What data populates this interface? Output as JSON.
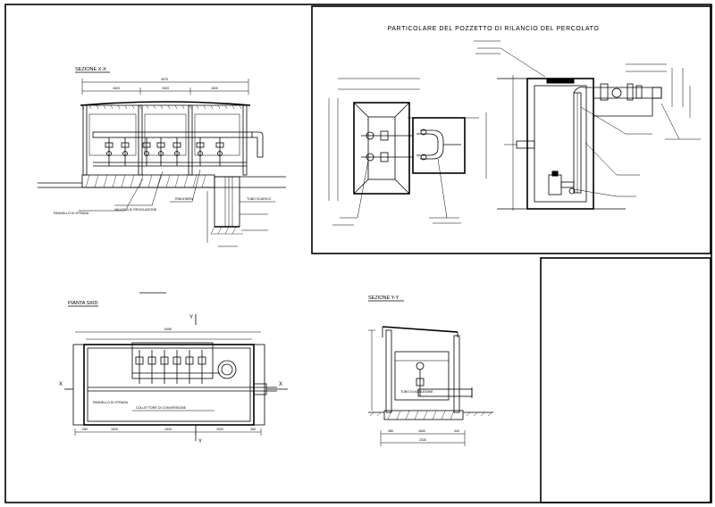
{
  "detail_title": "PARTICOLARE DEL POZZETTO DI RILANCIO DEL PERCOLATO",
  "sections": {
    "x": {
      "title": "SEZIONE X-X",
      "dim_total": "4970",
      "dim_1": "1520",
      "dim_2": "1520",
      "dim_3": "1520"
    },
    "plan": {
      "title": "PIANTA SKID",
      "dim_total": "5450",
      "dim_1": "1520",
      "dim_2": "1520",
      "dim_3": "1520",
      "dim_left": "260",
      "dim_right": "260"
    },
    "y": {
      "title": "SEZIONE Y-Y",
      "dim_total": "2330",
      "dim_1": "1600",
      "dim_left": "380",
      "dim_right": "340"
    }
  },
  "axis_labels": {
    "x": "X",
    "y": "Y"
  },
  "annotations": {
    "a1": "PANNELLO DI STRADA",
    "a2": "VALVOLA DI REGOLAZIONE",
    "a3": "RINGHIERA",
    "a4": "TUBO SCARICO",
    "a5": "COLLETTORE DI CONVERSIONE",
    "a6": "TUBO DI ADDUZIONE"
  },
  "colors": {
    "ink": "#000000",
    "paper": "#ffffff"
  }
}
